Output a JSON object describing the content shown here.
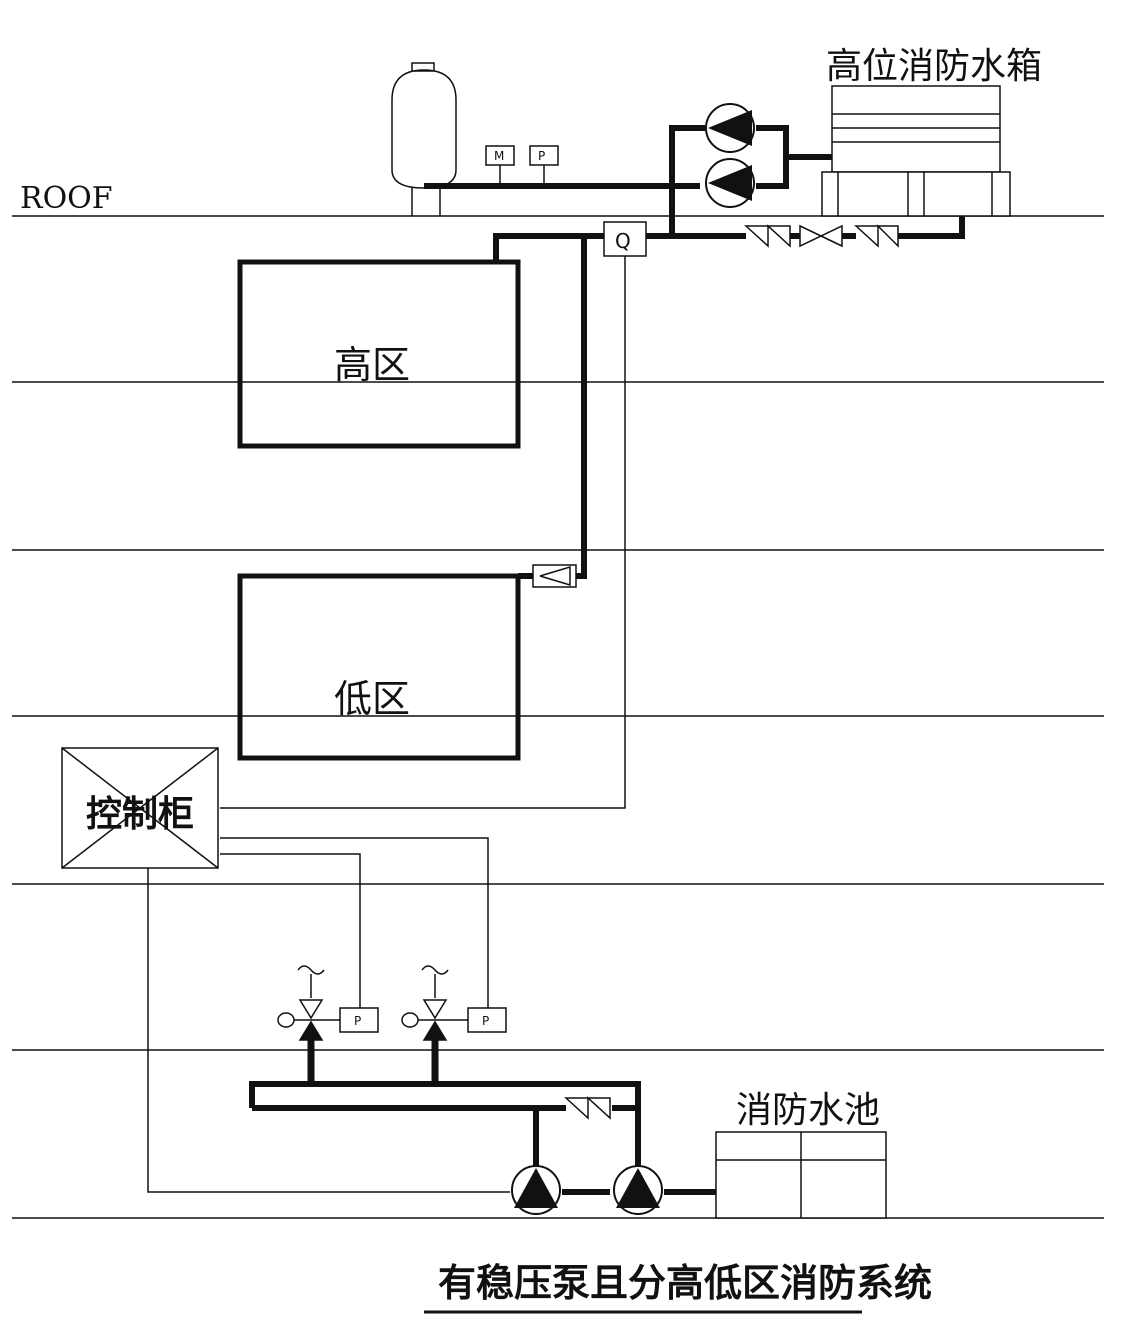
{
  "labels": {
    "roof": "ROOF",
    "high_tank": "高位消防水箱",
    "high_zone": "高区",
    "low_zone": "低区",
    "control_cabinet": "控制柜",
    "fire_pool": "消防水池",
    "caption": "有稳压泵且分高低区消防系统",
    "meter_m": "M",
    "meter_p1": "P",
    "flow_q": "Q",
    "p_switch_1": "P",
    "p_switch_2": "P"
  },
  "colors": {
    "line": "#111111",
    "background": "#ffffff"
  }
}
